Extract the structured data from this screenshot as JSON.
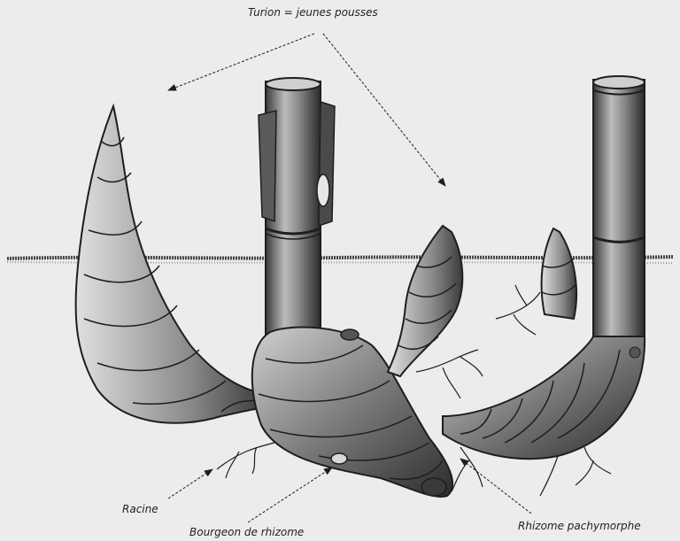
{
  "labels": {
    "top": "Turion = jeunes pousses",
    "racine": "Racine",
    "bourgeon": "Bourgeon de rhizome",
    "rhizome": "Rhizome pachymorphe"
  },
  "colors": {
    "background": "#ececec",
    "ink": "#1e1e1e",
    "shade": "#6a6a6a",
    "light": "#bdbdbd"
  }
}
